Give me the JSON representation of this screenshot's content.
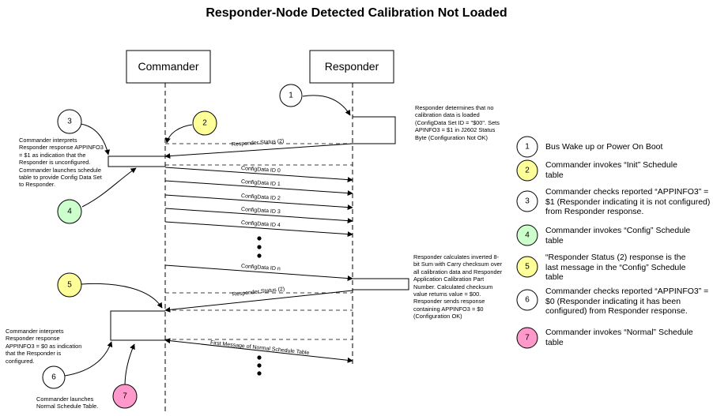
{
  "title": "Responder-Node Detected Calibration Not Loaded",
  "lanes": {
    "commander": "Commander",
    "responder": "Responder"
  },
  "messages": {
    "status1": "Responder Status (2)",
    "config": [
      "ConfigData ID 0",
      "ConfigData ID 1",
      "ConfigData ID 2",
      "ConfigData ID 3",
      "ConfigData ID 4"
    ],
    "config_n": "ConfigData ID n",
    "status2": "Responder Status (2)",
    "normal": "First Message of Normal Schedule Table"
  },
  "notes": {
    "responder_no_cal": "Responder determines that no calibration data is loaded (ConfigData Set ID = \"$00\". Sets APINFO3 = $1 in J2602 Status Byte (Configuration Not OK)",
    "commander_unconfigured": "Commander interprets Responder response APPINFO3 = $1 as indication that the Responder is unconfigured. Commander launches schedule table to provide Config Data Set to Responder.",
    "responder_checksum": "Responder calculates inverted 8-bit Sum with Carry checksum over all calibration data and Responder Application Calibration Part Number. Calculated checksum value returns value = $00. Responder sends response containing APPINFO3 = $0 (Configuration OK)",
    "commander_configured": "Commander interprets Responder response APPINFO3 = $0 as indication that the Responder is configured.",
    "commander_normal": "Commander launches Normal Schedule Table."
  },
  "legend": [
    {
      "num": "1",
      "text": "Bus Wake up or Power On Boot",
      "color": "#ffffff"
    },
    {
      "num": "2",
      "text": "Commander invokes “Init” Schedule table",
      "color": "#ffff99"
    },
    {
      "num": "3",
      "text": "Commander checks reported “APPINFO3” = $1 (Responder indicating it is not configured) from Responder response.",
      "color": "#ffffff"
    },
    {
      "num": "4",
      "text": "Commander invokes “Config” Schedule table",
      "color": "#ccffcc"
    },
    {
      "num": "5",
      "text": "“Responder Status (2) response is the last message in the “Config” Schedule table",
      "color": "#ffff99"
    },
    {
      "num": "6",
      "text": "Commander checks reported “APPINFO3” = $0 (Responder indicating it has been configured) from Responder response.",
      "color": "#ffffff"
    },
    {
      "num": "7",
      "text": "Commander invokes “Normal” Schedule table",
      "color": "#ff99cc"
    }
  ],
  "markers": [
    {
      "num": "1",
      "color": "#ffffff"
    },
    {
      "num": "2",
      "color": "#ffff99"
    },
    {
      "num": "3",
      "color": "#ffffff"
    },
    {
      "num": "4",
      "color": "#ccffcc"
    },
    {
      "num": "5",
      "color": "#ffff99"
    },
    {
      "num": "6",
      "color": "#ffffff"
    },
    {
      "num": "7",
      "color": "#ff99cc"
    }
  ]
}
